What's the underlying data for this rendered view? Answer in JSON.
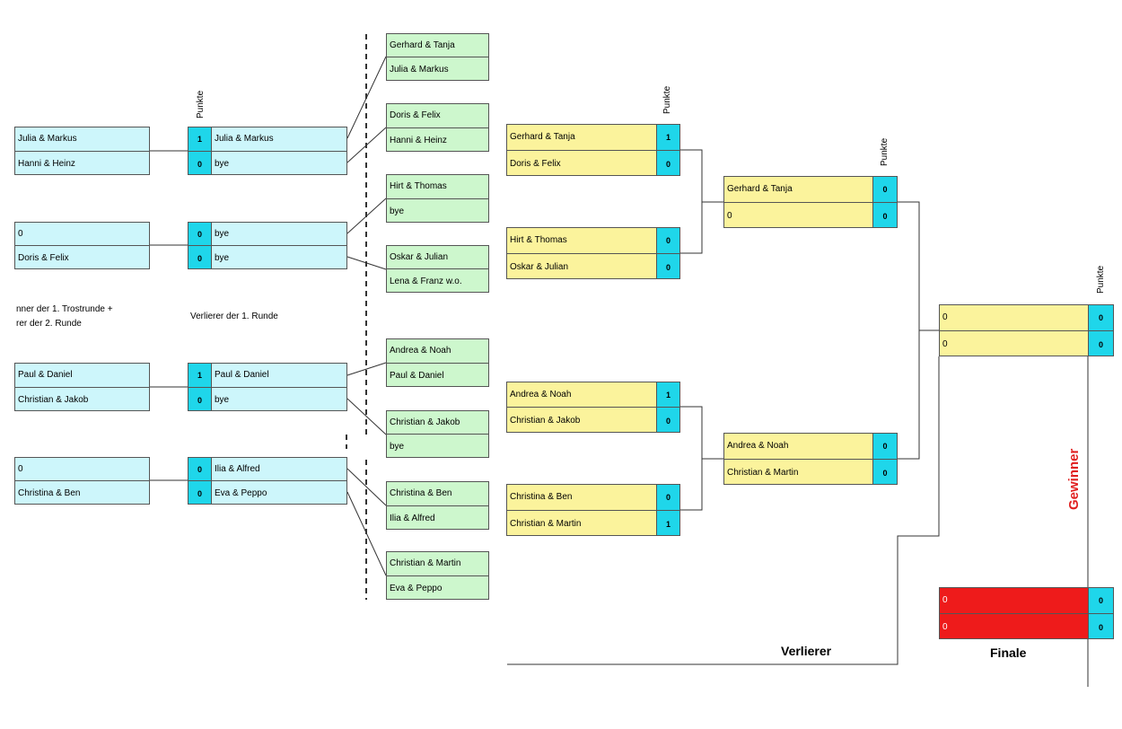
{
  "labels": {
    "punkte": "Punkte",
    "trost_note_line1": "nner der 1. Trostrunde +",
    "trost_note_line2": "rer der 2. Runde",
    "verlierer_runde": "Verlierer der 1. Runde",
    "verlierer": "Verlierer",
    "finale": "Finale",
    "gewinner": "Gewinner"
  },
  "col_a": [
    {
      "p1": "Julia & Markus",
      "p2": "Hanni & Heinz"
    },
    {
      "p1": "0",
      "p2": "Doris & Felix"
    },
    {
      "p1": "Paul & Daniel",
      "p2": "Christian & Jakob"
    },
    {
      "p1": "0",
      "p2": "Christina & Ben"
    }
  ],
  "col_b": [
    {
      "p1": "Julia & Markus",
      "s1": "1",
      "p2": "bye",
      "s2": "0"
    },
    {
      "p1": "bye",
      "s1": "0",
      "p2": "bye",
      "s2": "0"
    },
    {
      "p1": "Paul & Daniel",
      "s1": "1",
      "p2": "bye",
      "s2": "0"
    },
    {
      "p1": "Ilia & Alfred",
      "s1": "0",
      "p2": "Eva & Peppo",
      "s2": "0"
    }
  ],
  "col_c": [
    {
      "p1": "Gerhard & Tanja",
      "p2": "Julia & Markus"
    },
    {
      "p1": "Doris & Felix",
      "p2": "Hanni & Heinz"
    },
    {
      "p1": "Hirt & Thomas",
      "p2": "bye"
    },
    {
      "p1": "Oskar & Julian",
      "p2": "Lena & Franz w.o."
    },
    {
      "p1": "Andrea & Noah",
      "p2": "Paul & Daniel"
    },
    {
      "p1": "Christian & Jakob",
      "p2": "bye"
    },
    {
      "p1": "Christina & Ben",
      "p2": "Ilia & Alfred"
    },
    {
      "p1": "Christian & Martin",
      "p2": "Eva & Peppo"
    }
  ],
  "col_d": [
    {
      "p1": "Gerhard & Tanja",
      "s1": "1",
      "p2": "Doris & Felix",
      "s2": "0"
    },
    {
      "p1": "Hirt & Thomas",
      "s1": "0",
      "p2": "Oskar & Julian",
      "s2": "0"
    },
    {
      "p1": "Andrea & Noah",
      "s1": "1",
      "p2": "Christian & Jakob",
      "s2": "0"
    },
    {
      "p1": "Christina & Ben",
      "s1": "0",
      "p2": "Christian & Martin",
      "s2": "1"
    }
  ],
  "col_e": [
    {
      "p1": "Gerhard & Tanja",
      "s1": "0",
      "p2": "0",
      "s2": "0"
    },
    {
      "p1": "Andrea & Noah",
      "s1": "0",
      "p2": "Christian & Martin",
      "s2": "0"
    }
  ],
  "final": {
    "p1": "0",
    "s1": "0",
    "p2": "0",
    "s2": "0"
  },
  "third": {
    "p1": "0",
    "s1": "0",
    "p2": "0",
    "s2": "0"
  }
}
